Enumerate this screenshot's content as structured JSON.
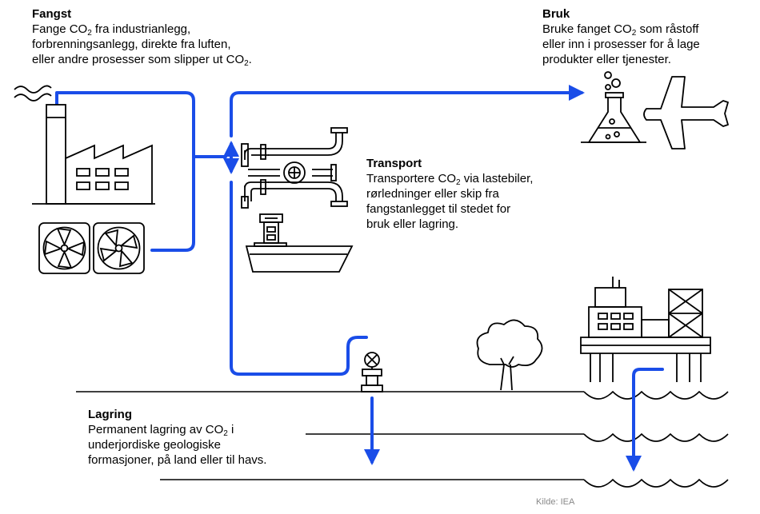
{
  "capture": {
    "heading": "Fangst",
    "line1_a": "Fange CO",
    "line1_sub": "2",
    "line1_b": " fra industrianlegg,",
    "line2": "forbrenningsanlegg, direkte fra luften,",
    "line3_a": "eller andre prosesser som slipper ut CO",
    "line3_sub": "2",
    "line3_b": "."
  },
  "use": {
    "heading": "Bruk",
    "line1_a": "Bruke fanget CO",
    "line1_sub": "2",
    "line1_b": " som råstoff",
    "line2": "eller inn i prosesser for å lage",
    "line3": "produkter eller tjenester."
  },
  "transport": {
    "heading": "Transport",
    "line1_a": "Transportere CO",
    "line1_sub": "2",
    "line1_b": " via lastebiler,",
    "line2": "rørledninger eller skip fra",
    "line3": "fangstanlegget til stedet for",
    "line4": "bruk eller lagring."
  },
  "storage": {
    "heading": "Lagring",
    "line1_a": "Permanent lagring av CO",
    "line1_sub": "2",
    "line1_b": " i",
    "line2": "underjordiske geologiske",
    "line3": "formasjoner, på land eller til havs."
  },
  "source": "Kilde: IEA",
  "colors": {
    "flow": "#1a4de8",
    "outline": "#000000"
  },
  "icons": [
    "factory-icon",
    "fan-icon",
    "pipeline-icon",
    "ship-icon",
    "flask-icon",
    "airplane-icon",
    "tree-icon",
    "wellhead-icon",
    "offshore-platform-icon"
  ]
}
